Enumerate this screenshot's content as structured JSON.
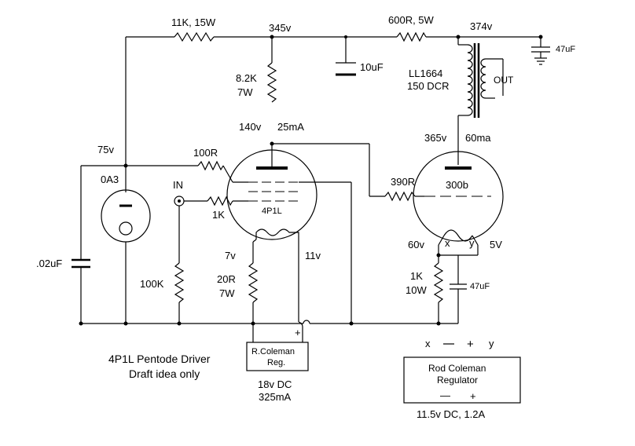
{
  "labels": {
    "r_11k": "11K, 15W",
    "v_345": "345v",
    "r_600": "600R, 5W",
    "v_374": "374v",
    "c_47_top": "47uF",
    "c_10": "10uF",
    "xfmr": "LL1664",
    "xfmr_dcr": "150 DCR",
    "out": "OUT",
    "r_8k2_a": "8.2K",
    "r_8k2_b": "7W",
    "v_140": "140v",
    "i_25": "25mA",
    "v_75": "75v",
    "r_100": "100R",
    "oa3": "0A3",
    "in": "IN",
    "r_1k_grid": "1K",
    "tube_driver": "4P1L",
    "v_365": "365v",
    "i_60": "60ma",
    "r_390": "390R",
    "tube_output": "300b",
    "v_60": "60v",
    "fil_x": "x",
    "fil_y": "y",
    "v_5": "5V",
    "c_02": ".02uF",
    "r_100k": "100K",
    "v_7": "7v",
    "r_20_a": "20R",
    "r_20_b": "7W",
    "v_11": "11v",
    "r_1k_cath_a": "1K",
    "r_1k_cath_b": "10W",
    "c_47_cath": "47uF",
    "plus_small": "+",
    "reg1_a": "R.Coleman",
    "reg1_b": "Reg.",
    "reg1_v": "18v DC",
    "reg1_i": "325mA",
    "reg2_x": "x",
    "reg2_y": "y",
    "reg2_a": "Rod Coleman",
    "reg2_b": "Regulator",
    "reg2_plus": "+",
    "reg2_minus": "—",
    "reg2_plus2": "+",
    "reg2_spec": "11.5v DC, 1.2A",
    "note_a": "4P1L Pentode Driver",
    "note_b": "Draft idea only"
  }
}
